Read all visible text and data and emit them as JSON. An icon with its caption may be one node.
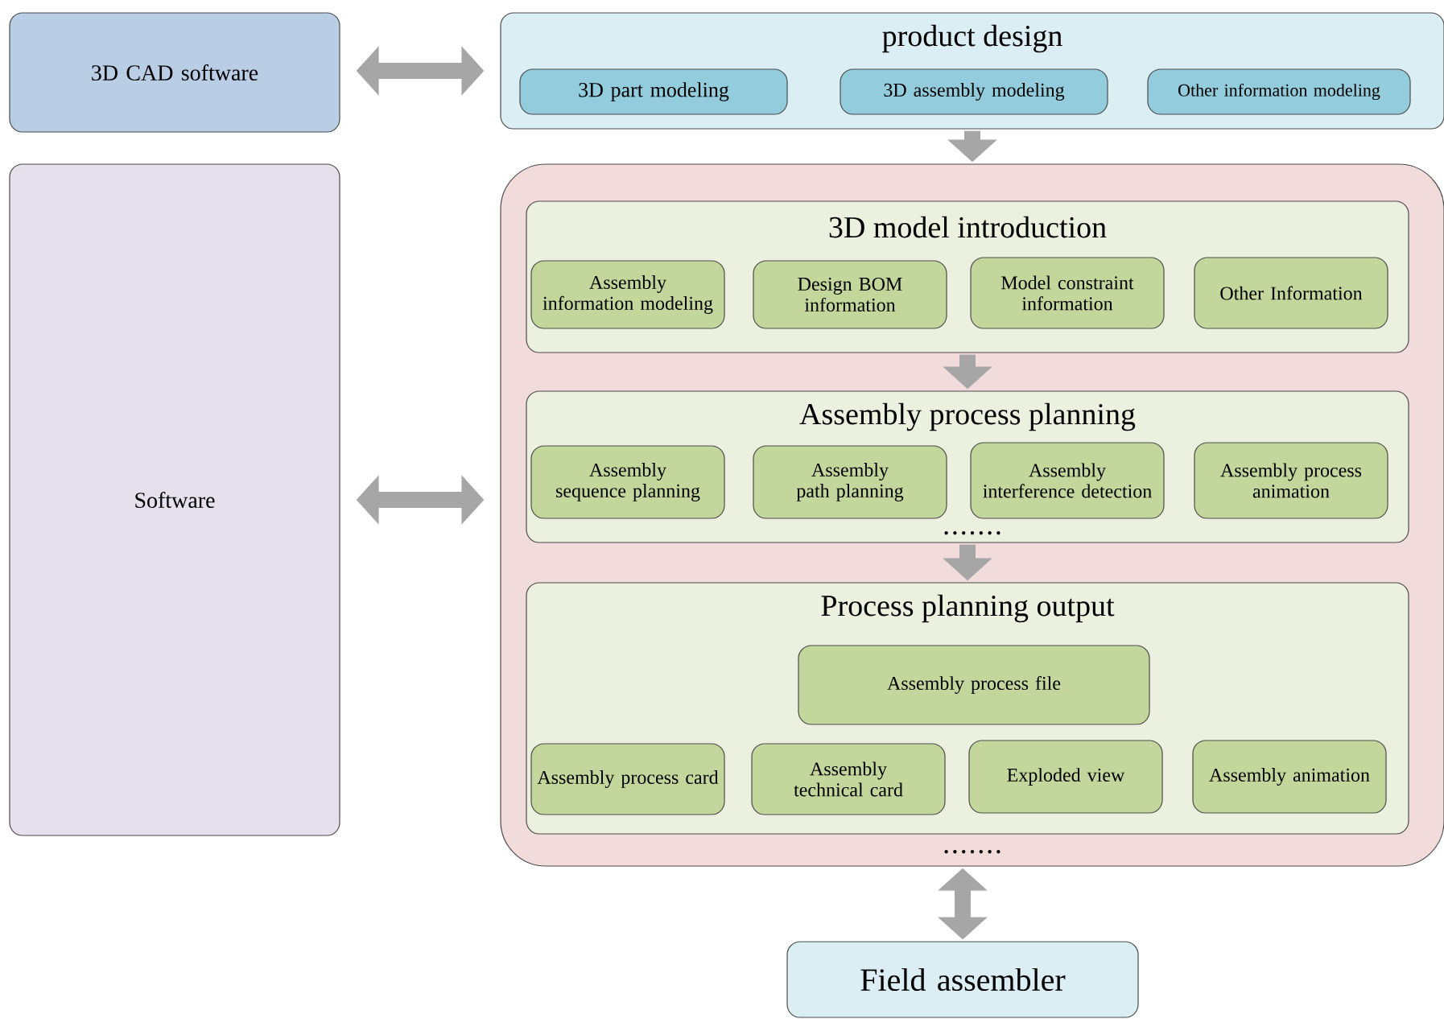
{
  "diagram": {
    "nodes": [
      {
        "text": [
          "3D CAD software"
        ]
      },
      {
        "text": [
          "product design"
        ]
      },
      {
        "text": [
          "3D part modeling"
        ],
        "in": 1
      },
      {
        "text": [
          "3D assembly modeling"
        ],
        "in": 1
      },
      {
        "text": [
          "Other information modeling"
        ],
        "in": 1
      },
      {
        "text": [
          "Software"
        ]
      },
      {
        "text": [],
        "shape": "box"
      },
      {
        "text": [
          "3D model introduction"
        ],
        "in": 6
      },
      {
        "text": [
          "Assembly information modeling"
        ],
        "in": 7
      },
      {
        "text": [
          "Design BOM information"
        ],
        "in": 7
      },
      {
        "text": [
          "Model constraint information"
        ],
        "in": 7
      },
      {
        "text": [
          "Other Information"
        ],
        "in": 7
      },
      {
        "text": [
          "Assembly process planning"
        ],
        "in": 6
      },
      {
        "text": [
          "Assembly sequence planning"
        ],
        "in": 12
      },
      {
        "text": [
          "Assembly path planning"
        ],
        "in": 12
      },
      {
        "text": [
          "Assembly interference detection"
        ],
        "in": 12
      },
      {
        "text": [
          "Assembly process animation"
        ],
        "in": 12
      },
      {
        "text": [
          "Process planning output"
        ],
        "in": 6
      },
      {
        "text": [
          "Assembly process file"
        ],
        "in": 17
      },
      {
        "text": [
          "Assembly process card"
        ],
        "in": 17
      },
      {
        "text": [
          "Assembly technical card"
        ],
        "in": 17
      },
      {
        "text": [
          "Exploded view"
        ],
        "in": 17
      },
      {
        "text": [
          "Assembly animation"
        ],
        "in": 17
      },
      {
        "text": [
          "Field assembler"
        ]
      }
    ],
    "edges": [
      {
        "from": 0,
        "to": 1,
        "arrow": "both"
      },
      {
        "from": 1,
        "to": 6,
        "arrow": "to"
      },
      {
        "from": 5,
        "to": 6,
        "arrow": "both"
      },
      {
        "from": 7,
        "to": 12,
        "arrow": "to"
      },
      {
        "from": 12,
        "to": 17,
        "arrow": "to"
      },
      {
        "from": 6,
        "to": 23,
        "arrow": "both"
      }
    ],
    "labels": [
      "• • • • • • •",
      "• • • • • • •"
    ]
  }
}
